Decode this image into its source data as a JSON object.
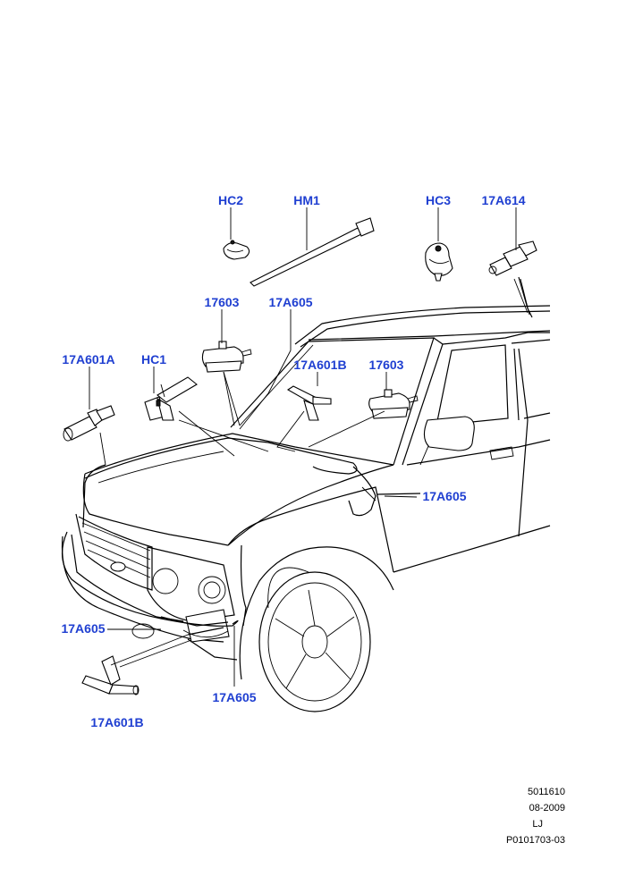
{
  "callouts": {
    "hc2": "HC2",
    "hm1": "HM1",
    "hc3": "HC3",
    "p17a614": "17A614",
    "p17603_left": "17603",
    "p17a605_top": "17A605",
    "p17a601a": "17A601A",
    "hc1": "HC1",
    "p17a601b_top": "17A601B",
    "p17603_right": "17603",
    "p17a605_right": "17A605",
    "p17a605_left": "17A605",
    "p17a605_bottom": "17A605",
    "p17a601b_bottom": "17A601B"
  },
  "meta": {
    "line1": "5011610",
    "line2": "08-2009",
    "line3": "LJ",
    "line4": "P0101703-03"
  },
  "colors": {
    "callout": "#1f3fd1",
    "line": "#000000"
  }
}
